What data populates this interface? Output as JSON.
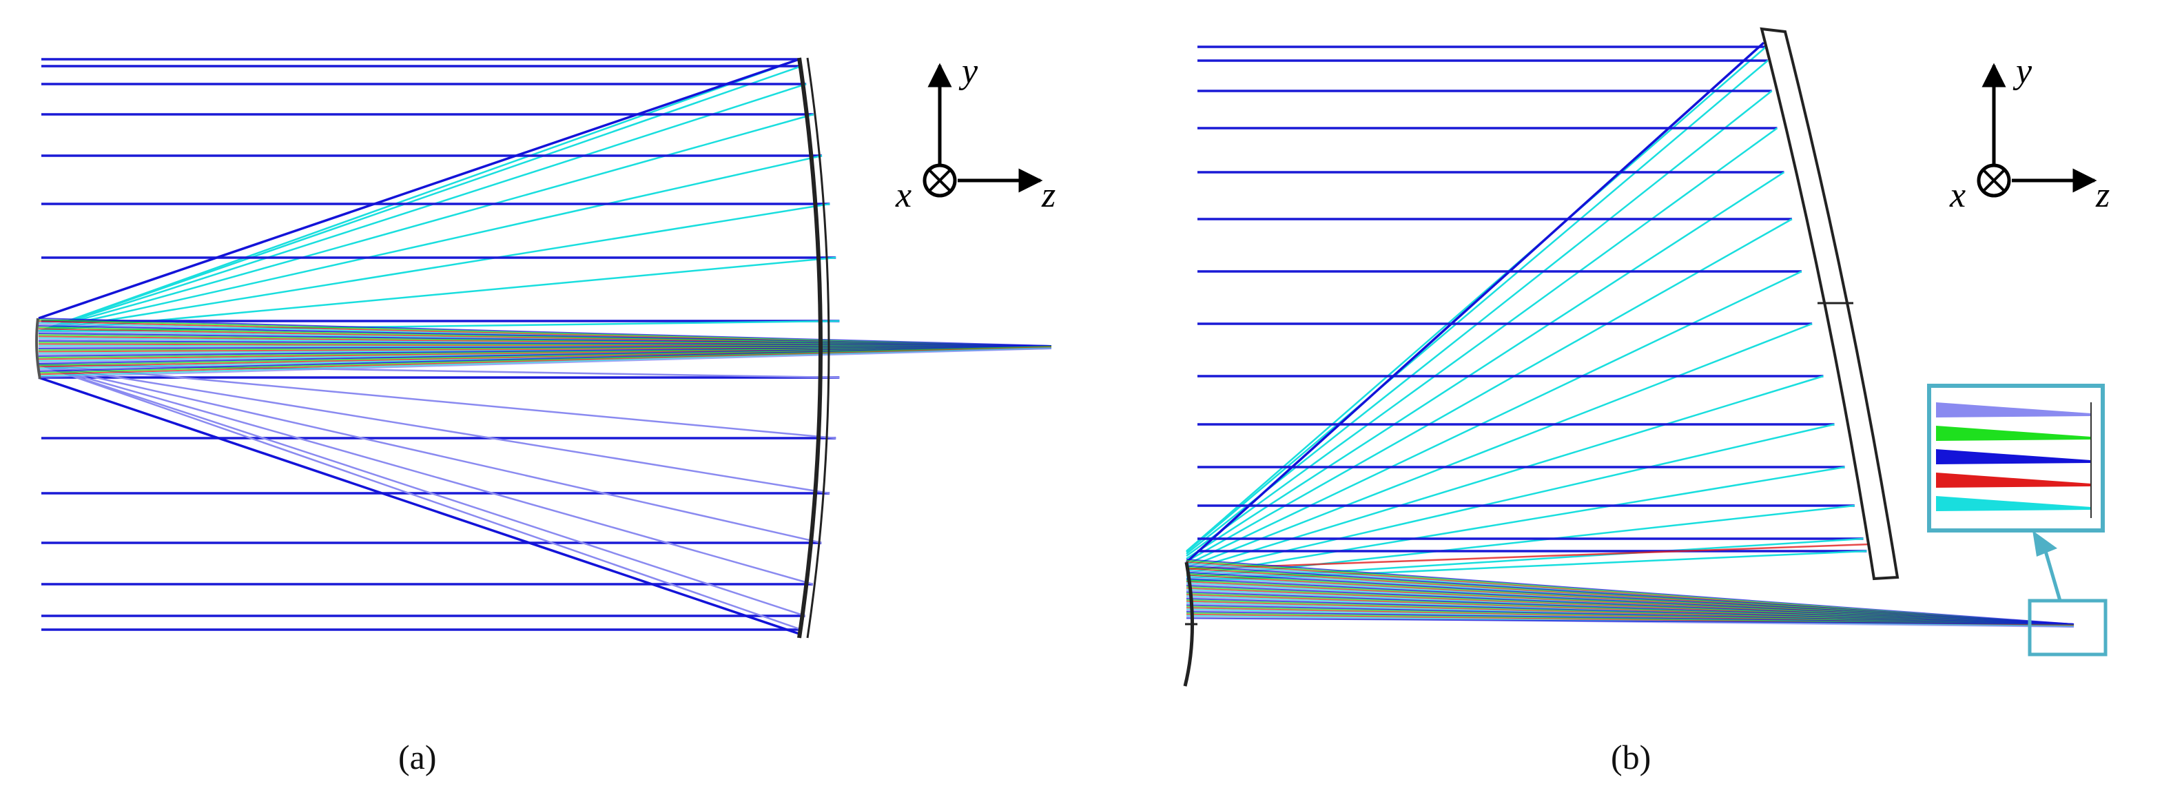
{
  "panels": [
    {
      "id": "a",
      "caption": "(a)"
    },
    {
      "id": "b",
      "caption": "(b)"
    }
  ],
  "axes_labels": {
    "y": "y",
    "z": "z",
    "x": "x"
  },
  "ray_colors": {
    "input_ray": "#1a1ad6",
    "field_cyan": "#19dede",
    "field_light_blue": "#8a8af0",
    "field_green": "#1ee01e",
    "field_red": "#e01c1c",
    "field_blue": "#1313d8"
  },
  "mirror_color": "#222222",
  "inset_border_color": "#4fb0c6",
  "inset_field_order": [
    "field_light_blue",
    "field_green",
    "field_blue",
    "field_red",
    "field_cyan"
  ]
}
